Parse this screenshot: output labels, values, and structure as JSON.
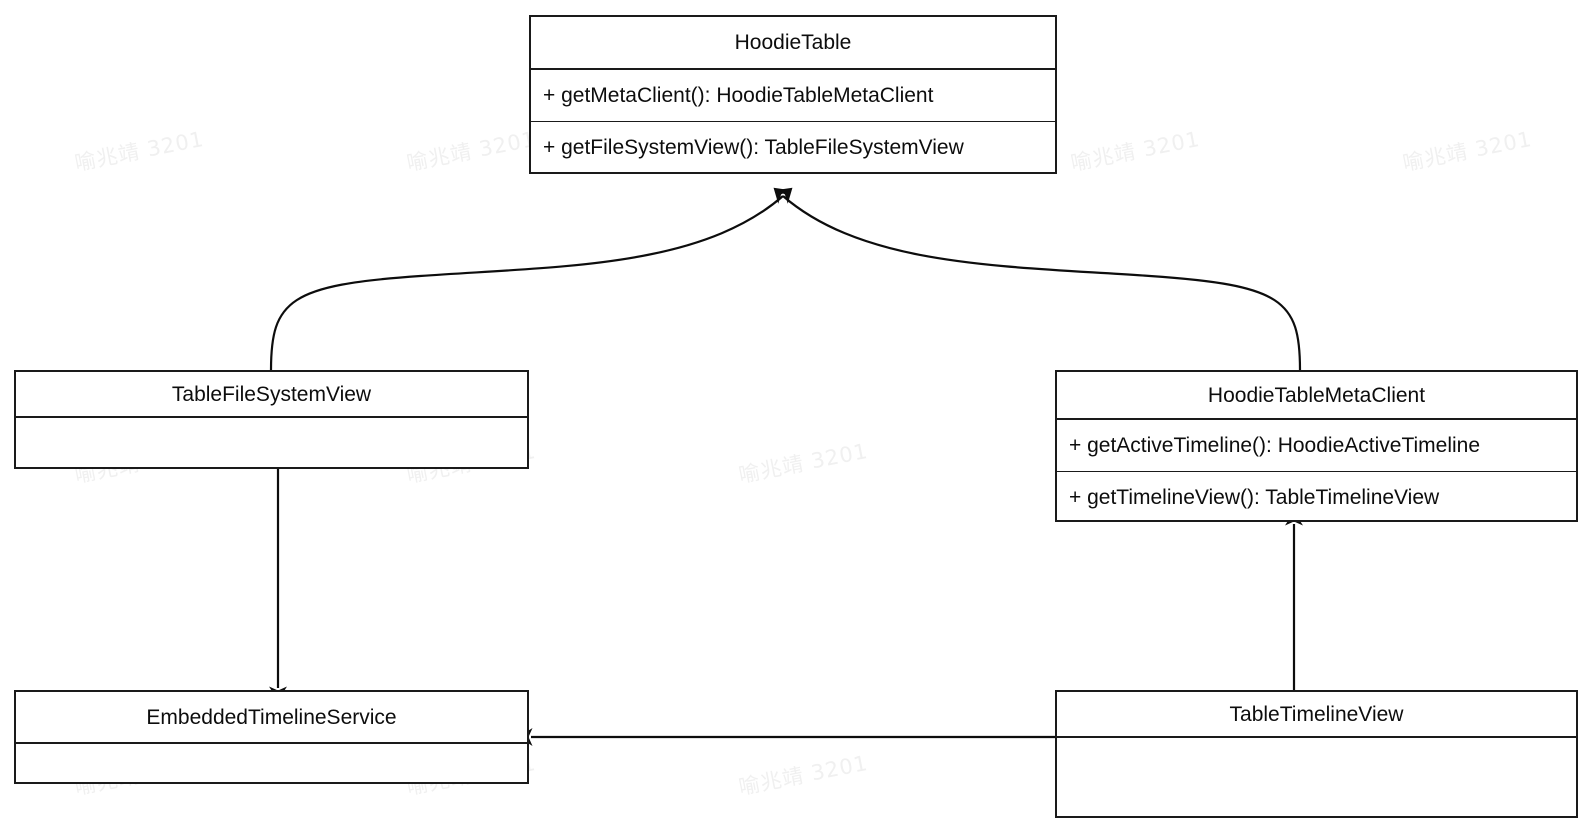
{
  "diagram": {
    "title": "HoodieTable UML class diagram",
    "type": "uml-class-diagram",
    "background_color": "#ffffff",
    "line_color": "#1a1a1a",
    "text_color": "#0d0d0d"
  },
  "classes": [
    {
      "id": "hoodie-table",
      "name": "HoodieTable",
      "members": [
        "+ getMetaClient(): HoodieTableMetaClient",
        "+ getFileSystemView(): TableFileSystemView"
      ]
    },
    {
      "id": "table-file-system-view",
      "name": "TableFileSystemView",
      "members": []
    },
    {
      "id": "hoodie-table-meta-client",
      "name": "HoodieTableMetaClient",
      "members": [
        "+ getActiveTimeline(): HoodieActiveTimeline",
        "+ getTimelineView(): TableTimelineView"
      ]
    },
    {
      "id": "embedded-timeline-service",
      "name": "EmbeddedTimelineService",
      "members": []
    },
    {
      "id": "table-timeline-view",
      "name": "TableTimelineView",
      "members": []
    }
  ],
  "relationships": [
    {
      "id": "fsview-to-hoodietable",
      "from": "TableFileSystemView",
      "to": "HoodieTable",
      "style": "curved",
      "arrowhead": "solid-filled"
    },
    {
      "id": "metaclient-to-hoodietable",
      "from": "HoodieTableMetaClient",
      "to": "HoodieTable",
      "style": "curved",
      "arrowhead": "solid-filled"
    },
    {
      "id": "fsview-to-embeddedservice",
      "from": "TableFileSystemView",
      "to": "EmbeddedTimelineService",
      "style": "straight-vertical",
      "arrowhead": "solid-filled"
    },
    {
      "id": "timelineview-to-metaclient",
      "from": "TableTimelineView",
      "to": "HoodieTableMetaClient",
      "style": "straight-vertical",
      "arrowhead": "solid-filled"
    },
    {
      "id": "timelineview-to-embeddedservice",
      "from": "TableTimelineView",
      "to": "EmbeddedTimelineService",
      "style": "straight-horizontal",
      "arrowhead": "solid-filled"
    }
  ],
  "watermark": {
    "text": "喻兆靖 3201",
    "color": "#f0f0f0",
    "rotation_deg": -11
  }
}
